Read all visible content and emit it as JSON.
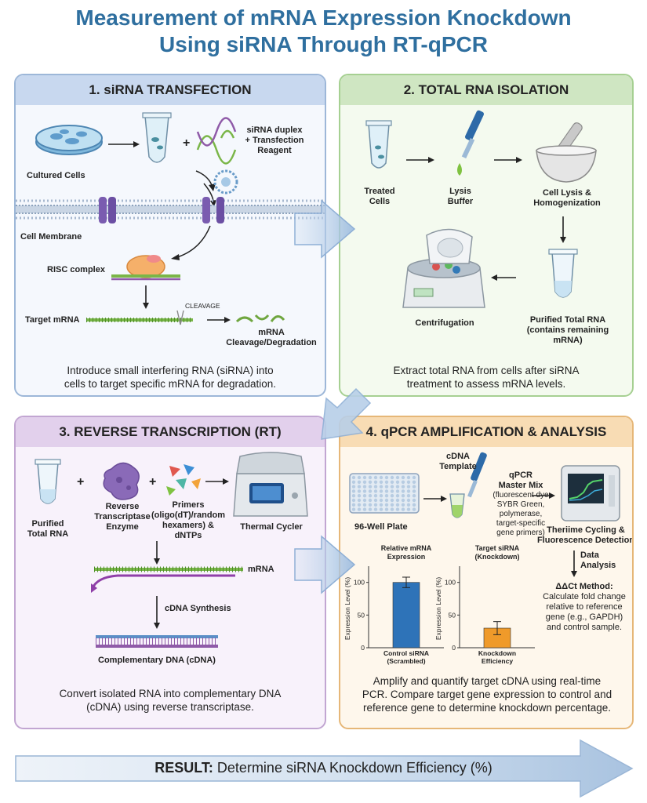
{
  "title_line1": "Measurement of mRNA Expression Knockdown",
  "title_line2": "Using siRNA Through RT-qPCR",
  "panel1": {
    "header": "1. siRNA TRANSFECTION",
    "cultured_cells": "Cultured Cells",
    "plus": "+",
    "sirna_line1": "siRNA duplex",
    "sirna_line2": "+ Transfection",
    "sirna_line3": "Reagent",
    "cell_membrane": "Cell Membrane",
    "risc": "RISC complex",
    "cleavage": "CLEAVAGE",
    "target_mrna": "Target mRNA",
    "degr_line1": "mRNA",
    "degr_line2": "Cleavage/Degradation",
    "desc_line1": "Introduce small interfering RNA (siRNA) into",
    "desc_line2": "cells to target specific mRNA for degradation."
  },
  "panel2": {
    "header": "2. TOTAL RNA ISOLATION",
    "treated_line1": "Treated",
    "treated_line2": "Cells",
    "lysis_line1": "Lysis",
    "lysis_line2": "Buffer",
    "homog_line1": "Cell Lysis &",
    "homog_line2": "Homogenization",
    "centrifugation": "Centrifugation",
    "purified_line1": "Purified Total RNA",
    "purified_line2": "(contains remaining",
    "purified_line3": "mRNA)",
    "desc_line1": "Extract total RNA from cells after siRNA",
    "desc_line2": "treatment to assess mRNA levels."
  },
  "panel3": {
    "header": "3. REVERSE TRANSCRIPTION (RT)",
    "purified_line1": "Purified",
    "purified_line2": "Total RNA",
    "plus": "+",
    "rt_line1": "Reverse",
    "rt_line2": "Transcriptase",
    "rt_line3": "Enzyme",
    "primers_line1": "Primers",
    "primers_line2": "(oligo(dT)/random",
    "primers_line3": "hexamers) &",
    "primers_line4": "dNTPs",
    "thermal_cycler": "Thermal Cycler",
    "mrna": "mRNA",
    "cdna_synthesis": "cDNA Synthesis",
    "complementary_dna": "Complementary DNA (cDNA)",
    "desc_line1": "Convert isolated RNA into complementary DNA",
    "desc_line2": "(cDNA) using reverse transcriptase."
  },
  "panel4": {
    "header": "4. qPCR AMPLIFICATION & ANALYSIS",
    "plate": "96-Well Plate",
    "template_line1": "cDNA",
    "template_line2": "Template",
    "mix_line1": "qPCR",
    "mix_line2": "Master Mix",
    "mix_line3": "(fluorescent dye",
    "mix_line4": "SYBR Green,",
    "mix_line5": "polymerase,",
    "mix_line6": "target-specific",
    "mix_line7": "gene primers)",
    "cycling_line1": "Theriime Cycling &",
    "cycling_line2": "Fluorescence Detection",
    "analysis_line1": "Data",
    "analysis_line2": "Analysis",
    "method_title": "ΔΔCt Method:",
    "method_line1": "Calculate fold change",
    "method_line2": "relative to reference",
    "method_line3": "gene (e.g., GAPDH)",
    "method_line4": "and control sample.",
    "desc_line1": "Amplify and quantify target cDNA using real-time",
    "desc_line2": "PCR. Compare target gene expression to control and",
    "desc_line3": "reference gene to determine knockdown percentage."
  },
  "result_label": "RESULT:",
  "result_text": " Determine siRNA Knockdown Efficiency (%)",
  "chart_data": [
    {
      "type": "bar",
      "title": "Relative mRNA Expression",
      "ylabel": "Expression Level (%)",
      "categories": [
        "Control siRNA (Scrambled)"
      ],
      "values": [
        100
      ],
      "error": [
        8
      ],
      "yticks": [
        0,
        50,
        100
      ],
      "ylim": [
        0,
        120
      ],
      "color": "#2e73b8"
    },
    {
      "type": "bar",
      "title": "Target siRNA (Knockdown)",
      "ylabel": "Expression Level (%)",
      "categories": [
        "Knockdown Efficiency"
      ],
      "values": [
        30
      ],
      "error": [
        10
      ],
      "yticks": [
        0,
        50,
        100
      ],
      "ylim": [
        0,
        120
      ],
      "color": "#ef9a2a"
    }
  ]
}
